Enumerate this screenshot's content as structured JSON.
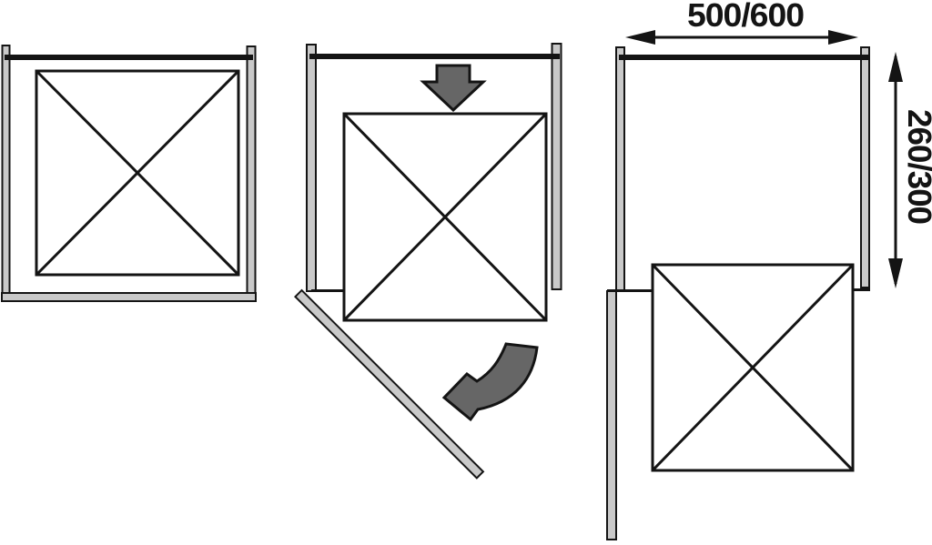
{
  "labels": {
    "width": "500/600",
    "height": "260/300"
  },
  "colors": {
    "background": "#ffffff",
    "outline": "#141414",
    "panel_fill": "#c9c9c9",
    "arrow_fill": "#666666",
    "frame_fill": "#ffffff"
  },
  "panels": [
    {
      "name": "closed-cabinet",
      "elements": [
        "left-side-panel",
        "right-side-panel",
        "back-rail",
        "front-rail",
        "crossed-pullout-frame"
      ]
    },
    {
      "name": "door-swinging-open",
      "elements": [
        "left-side-panel",
        "right-side-panel",
        "back-rail",
        "crossed-pullout-frame",
        "angled-door-panel",
        "push-down-arrow",
        "swing-open-arrow"
      ]
    },
    {
      "name": "door-open-frame-pulled-out",
      "elements": [
        "left-side-panel",
        "right-side-panel",
        "back-rail",
        "crossed-pullout-frame",
        "open-door-panel",
        "width-dimension",
        "height-dimension"
      ]
    }
  ],
  "icons": {
    "push_down_arrow": "solid downward block arrow",
    "swing_open_arrow": "curved rotation arrow pointing left",
    "width_dimension_arrow": "double-headed horizontal dimension arrow",
    "height_dimension_arrow": "double-headed vertical dimension arrow"
  }
}
